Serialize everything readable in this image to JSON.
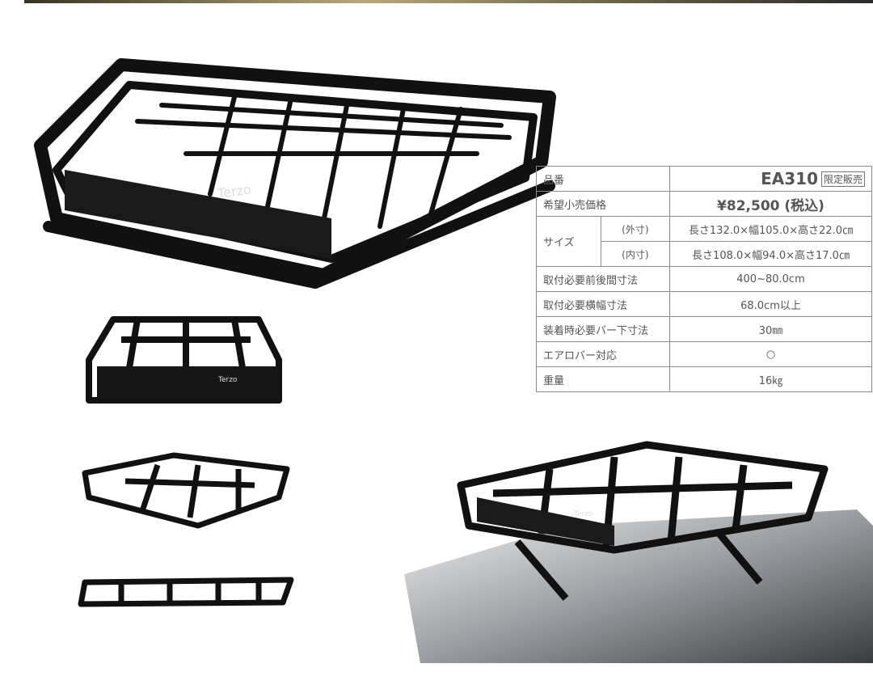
{
  "brand_logo": "Terzo",
  "spec_table": {
    "rows": [
      {
        "label": "品番",
        "value": "EA310",
        "badge": "限定販売"
      },
      {
        "label": "希望小売価格",
        "value": "¥82,500 (税込)"
      },
      {
        "label": "サイズ",
        "sub": "(外寸)",
        "value": "長さ132.0×幅105.0×高さ22.0㎝"
      },
      {
        "sub": "(内寸)",
        "value": "長さ108.0×幅94.0×高さ17.0㎝"
      },
      {
        "label": "取付必要前後間寸法",
        "value": "400~80.0cm"
      },
      {
        "label": "取付必要横幅寸法",
        "value": "68.0cm以上"
      },
      {
        "label": "装着時必要バー下寸法",
        "value": "30㎜"
      },
      {
        "label": "エアロバー対応",
        "value": "○"
      },
      {
        "label": "重量",
        "value": "16㎏"
      }
    ]
  }
}
